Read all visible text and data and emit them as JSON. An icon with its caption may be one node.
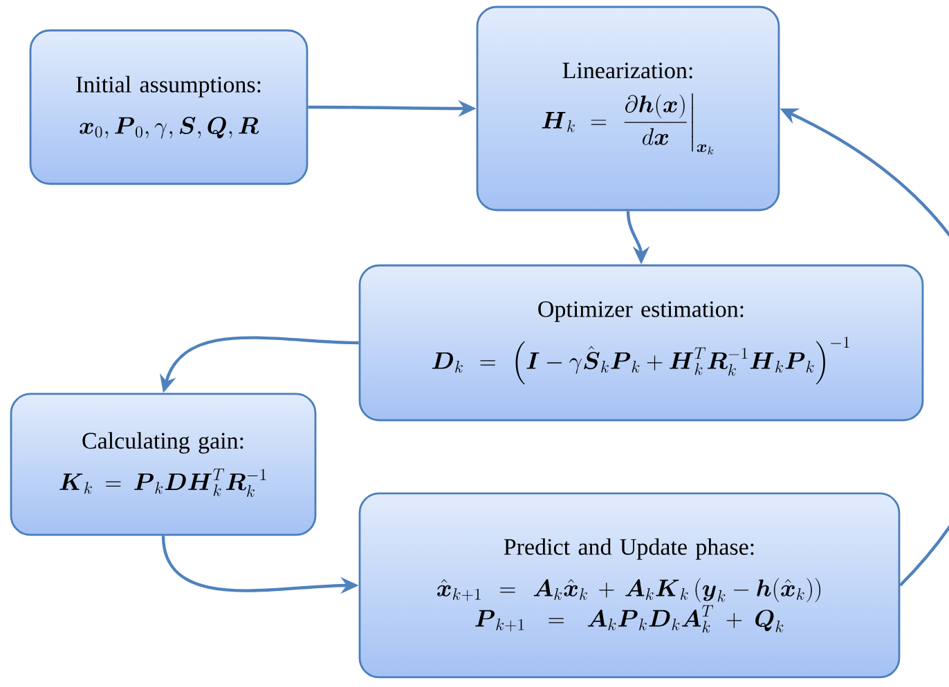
{
  "diagram": {
    "nodes": [
      {
        "text": [
          "Initial assumptions:",
          "\\boldsymbol{x}_0, \\boldsymbol{P}_0, \\gamma, \\boldsymbol{S}, \\boldsymbol{Q}, \\boldsymbol{R}"
        ]
      },
      {
        "text": [
          "Linearization:",
          "\\boldsymbol{H}_k = \\left.\\frac{\\partial \\boldsymbol{h}(\\boldsymbol{x})}{d\\boldsymbol{x}}\\right|_{\\boldsymbol{x}_k}"
        ]
      },
      {
        "text": [
          "Optimizer estimation:",
          "\\boldsymbol{D}_k = \\left(\\boldsymbol{I} - \\gamma \\hat{\\boldsymbol{S}}_k \\boldsymbol{P}_k + \\boldsymbol{H}_k^T \\boldsymbol{R}_k^{-1} \\boldsymbol{H}_k \\boldsymbol{P}_k\\right)^{-1}"
        ]
      },
      {
        "text": [
          "Calculating gain:",
          "\\boldsymbol{K}_k = \\boldsymbol{P}_k \\boldsymbol{D} \\boldsymbol{H}_k^T \\boldsymbol{R}_k^{-1}"
        ]
      },
      {
        "text": [
          "Predict and Update phase:",
          "\\hat{\\boldsymbol{x}}_{k+1} = \\boldsymbol{A}_k \\hat{\\boldsymbol{x}}_k + \\boldsymbol{A}_k \\boldsymbol{K}_k \\left(\\boldsymbol{y}_k - \\boldsymbol{h}(\\hat{\\boldsymbol{x}}_k)\\right)",
          "\\boldsymbol{P}_{k+1} = \\boldsymbol{A}_k \\boldsymbol{P}_k \\boldsymbol{D}_k \\boldsymbol{A}_k^T + \\boldsymbol{Q}_k"
        ]
      }
    ],
    "edges": [
      {
        "from": 0,
        "to": 1,
        "arrow": "to"
      },
      {
        "from": 1,
        "to": 2,
        "arrow": "to"
      },
      {
        "from": 2,
        "to": 3,
        "arrow": "to"
      },
      {
        "from": 3,
        "to": 4,
        "arrow": "to"
      },
      {
        "from": 4,
        "to": 1,
        "arrow": "to"
      }
    ]
  }
}
